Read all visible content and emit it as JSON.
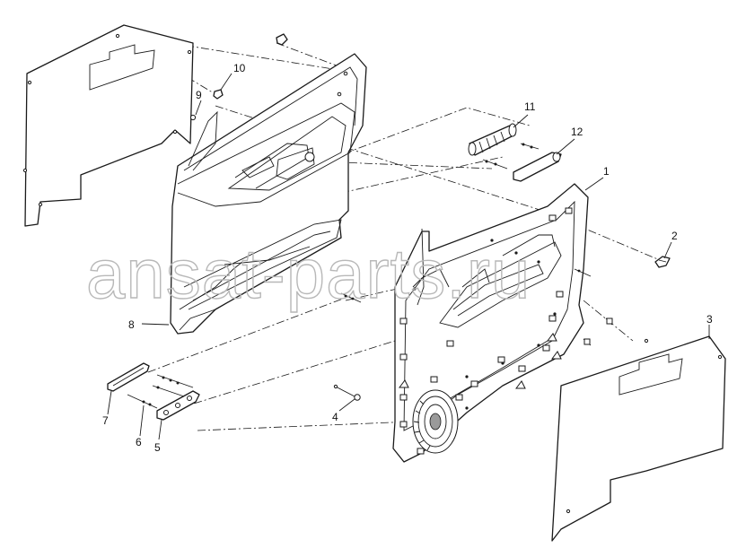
{
  "watermark": "ansat-parts.ru",
  "callouts": {
    "c1": "1",
    "c2": "2",
    "c3": "3",
    "c4": "4",
    "c5": "5",
    "c6": "6",
    "c7": "7",
    "c8": "8",
    "c9": "9",
    "c10": "10",
    "c11": "11",
    "c12": "12"
  }
}
